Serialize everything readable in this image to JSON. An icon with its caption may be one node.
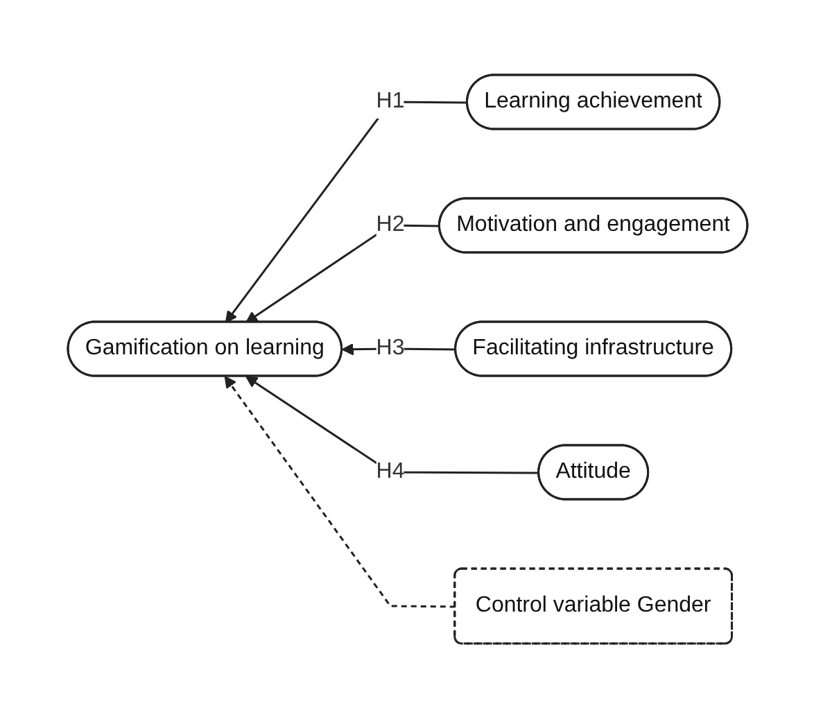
{
  "diagram": {
    "nodes": [
      {
        "text": [
          "Gamification on learning"
        ]
      },
      {
        "text": [
          "Learning achievement"
        ]
      },
      {
        "text": [
          "Motivation and engagement"
        ]
      },
      {
        "text": [
          "Facilitating infrastructure"
        ]
      },
      {
        "text": [
          "Attitude"
        ]
      },
      {
        "text": [
          "Control variable Gender"
        ]
      }
    ],
    "edges": [
      {
        "from": 1,
        "to": 0,
        "arrow": "to",
        "label": "H1"
      },
      {
        "from": 2,
        "to": 0,
        "arrow": "to",
        "label": "H2"
      },
      {
        "from": 3,
        "to": 0,
        "arrow": "to",
        "label": "H3"
      },
      {
        "from": 4,
        "to": 0,
        "arrow": "to",
        "label": "H4"
      },
      {
        "from": 5,
        "to": 0,
        "arrow": "to",
        "style": "dashed"
      }
    ]
  }
}
